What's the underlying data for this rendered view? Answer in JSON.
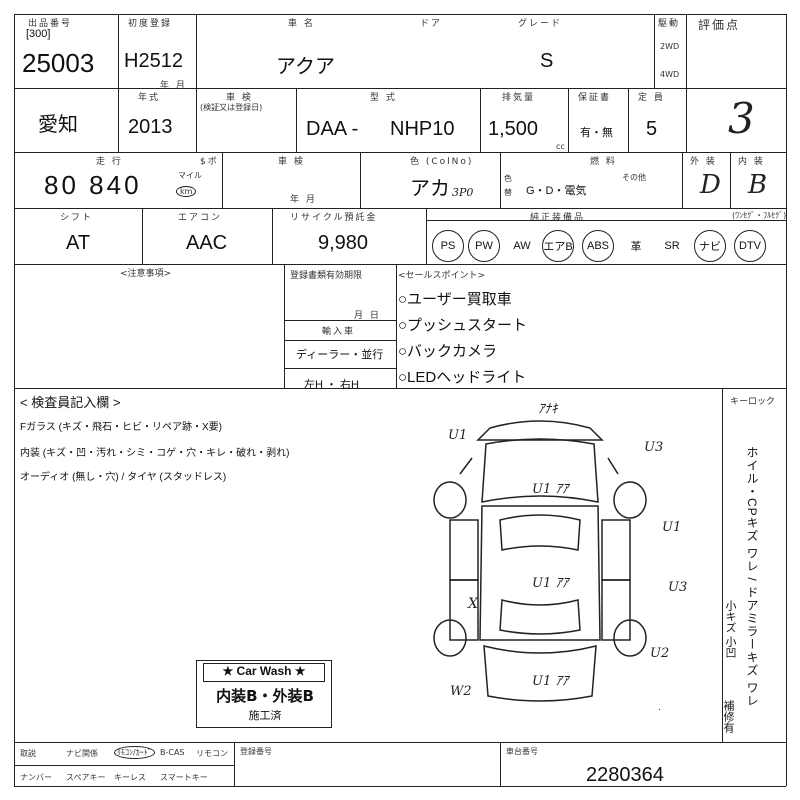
{
  "header": {
    "lot_label": "出品番号",
    "lot_bracket": "[300]",
    "lot_number": "25003",
    "first_reg_label": "初度登録",
    "first_reg": "H2512",
    "first_reg_unit": "年 月",
    "name_label": "車 名",
    "name": "アクア",
    "door_label": "ドア",
    "grade_label": "グレード",
    "grade": "S",
    "drive_label": "駆動",
    "drive_2wd": "2WD",
    "drive_4wd": "4WD",
    "score_label": "評価点",
    "score": "3"
  },
  "row2": {
    "region": "愛知",
    "year_label": "年式",
    "year": "2013",
    "inspection_label": "車 検",
    "inspection_sub": "(検証又は登録日)",
    "model_label": "型 式",
    "model_prefix": "DAA -",
    "model": "NHP10",
    "displacement_label": "排気量",
    "displacement": "1,500",
    "displacement_unit": "cc",
    "guarantee_label": "保証書",
    "guarantee": "有・無",
    "capacity_label": "定 員",
    "capacity": "5"
  },
  "row3": {
    "mileage_label": "走 行",
    "mileage": "80 840",
    "mileage_unit_top": "マイル",
    "mileage_unit": "km",
    "dollar_label": "$ボ",
    "recycle_date_label": "車 検",
    "recycle_date_unit": "年 月",
    "color_label": "色 (ColNo)",
    "color": "アカ",
    "color_no": "3P0",
    "color_change": "色替",
    "fuel_label": "燃 料",
    "fuel": "G・D・電気",
    "fuel_other": "その他",
    "exterior_label": "外 装",
    "exterior": "D",
    "interior_label": "内 装",
    "interior": "B"
  },
  "row4": {
    "shift_label": "シフト",
    "shift": "AT",
    "ac_label": "エアコン",
    "ac": "AAC",
    "recycle_label": "リサイクル預託金",
    "recycle": "9,980",
    "equipment_label": "純正装備品",
    "equipment": [
      "PS",
      "PW",
      "AW",
      "エアB",
      "ABS",
      "革",
      "SR",
      "ナビ",
      "DTV"
    ],
    "equipment_circled": [
      true,
      true,
      false,
      true,
      true,
      false,
      false,
      true,
      true
    ],
    "option_label": "(ﾜﾝｾｸﾞ・ﾌﾙｾｸﾞ)"
  },
  "notes": {
    "notice_label": "<注意事項>",
    "reg_expiry_label": "登録書類有効期限",
    "reg_unit": "月 日",
    "import_label": "輸入車",
    "dealer": "ディーラー・並行",
    "steering": "左H ・ 右H",
    "sales_label": "<セールスポイント>",
    "sales_points": [
      "○ユーザー買取車",
      "○プッシュスタート",
      "○バックカメラ",
      "○LEDヘッドライト"
    ]
  },
  "inspector": {
    "title": "< 検査員記入欄 >",
    "line1": "Fガラス (キズ・飛石・ヒビ・リペア跡・X要)",
    "line2": "内装 (キズ・凹・汚れ・シミ・コゲ・穴・キレ・破れ・剥れ)",
    "line3": "オーディオ (無し・穴) / タイヤ (スタッドレス)",
    "keylock_label": "キーロック",
    "side_note": "ホイル・CPキズ ワレ / ドアミラーキズ ワレ",
    "side_note2": "小キズ 小凹",
    "side_note3": "補修有",
    "marks": [
      "ｱﾅｷ",
      "U1",
      "U3",
      "U1 ｱｱ",
      "U1",
      "U3",
      "U1 ｱｱ",
      "X",
      "U2",
      "U1 ｱｱ",
      "W2"
    ]
  },
  "carwash": {
    "title": "★ Car Wash ★",
    "grade": "内装B・外装B",
    "done": "施工済"
  },
  "footer": {
    "manual_label": "取説",
    "navi_disc_label": "ナビ関係",
    "remote_label": "ﾘﾓｺﾝ/ｶｰﾄﾞ",
    "bcas_label": "B-CAS",
    "rimocon_label": "リモコン",
    "register_label": "登録番号",
    "number_label": "ナンバー",
    "spare_label": "スペアキー",
    "keyless_label": "キーレス",
    "smart_label": "スマートキー",
    "doc_label": "車台番号",
    "chassis_no": "2280364"
  }
}
